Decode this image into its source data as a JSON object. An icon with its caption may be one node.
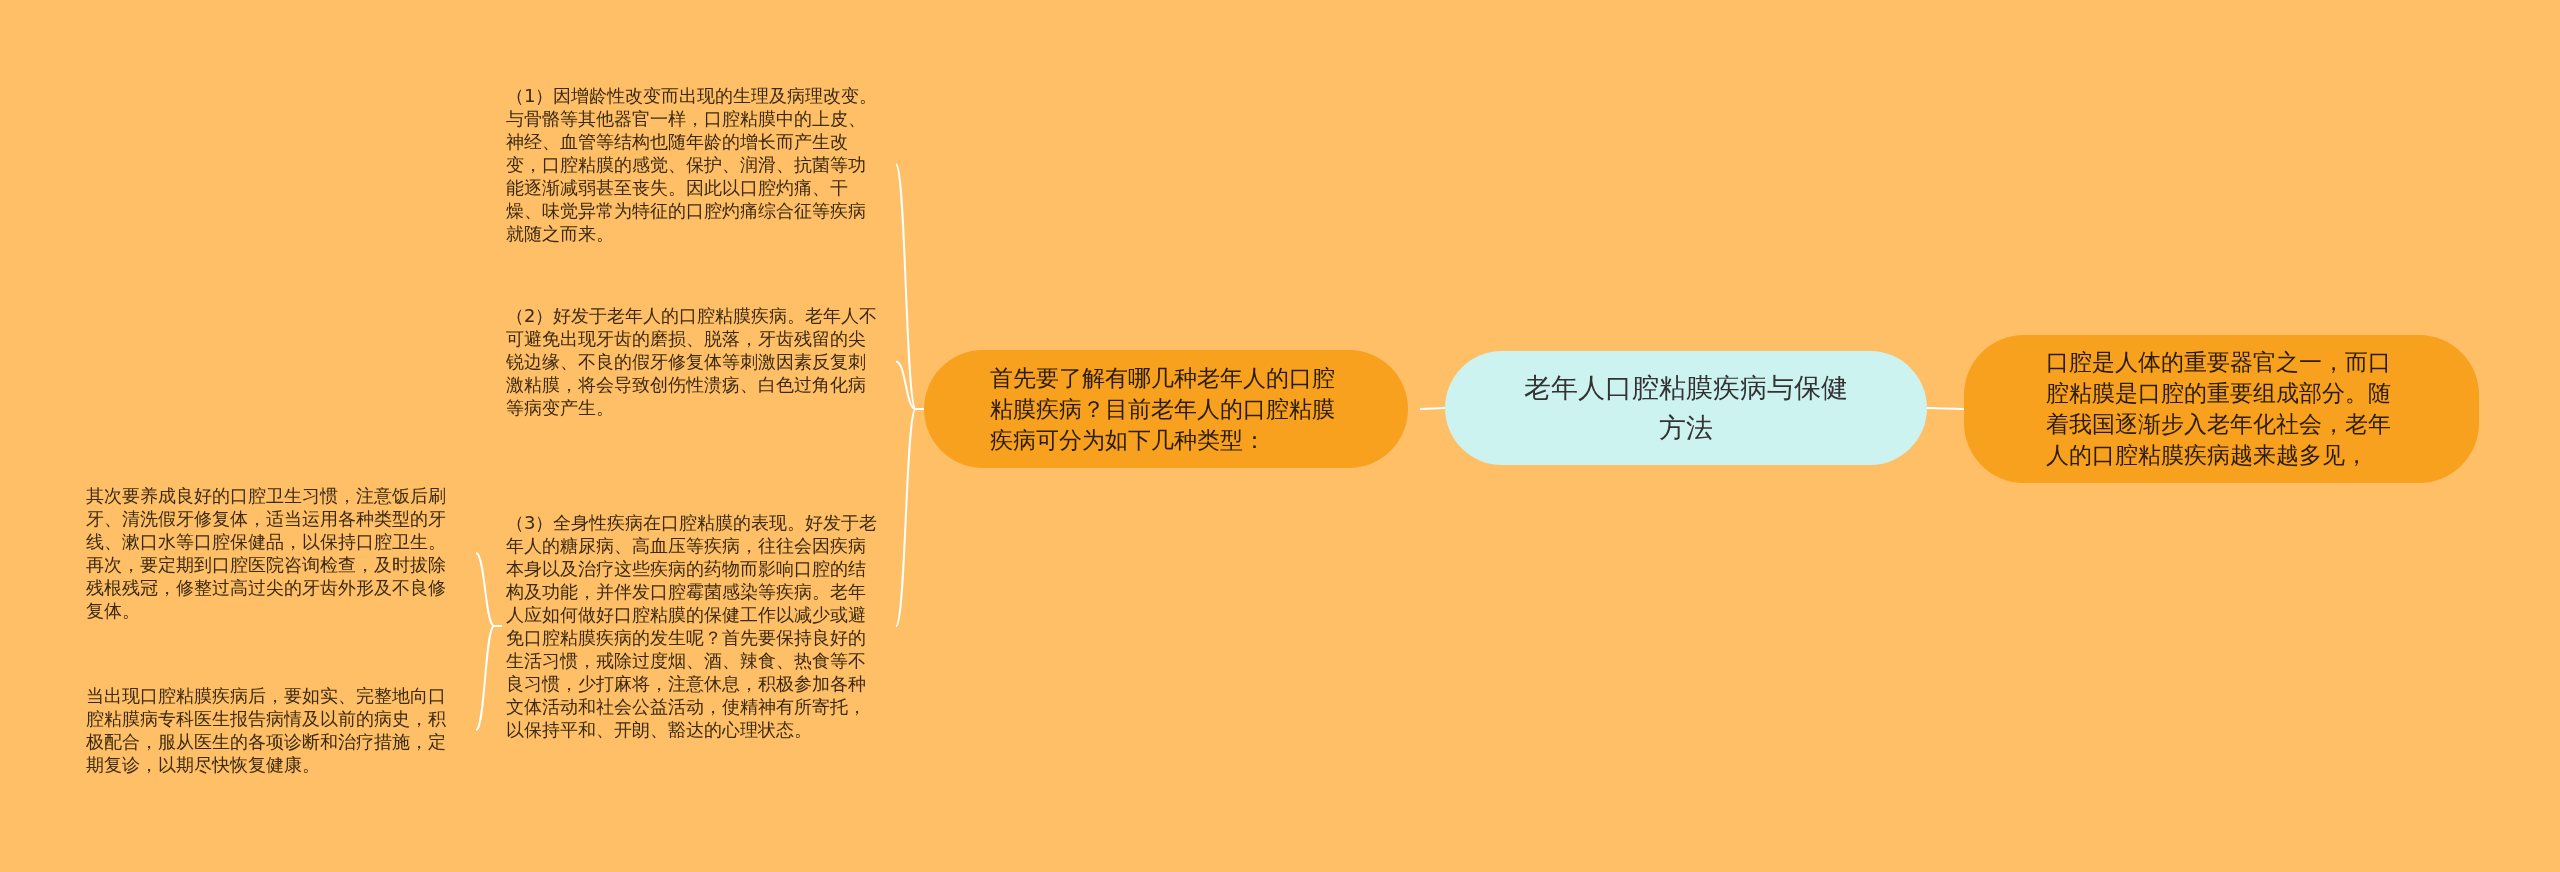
{
  "diagram": {
    "nodes": [
      {
        "text": [
          "老年人口腔粘膜疾病与保健方法"
        ]
      },
      {
        "text": [
          "首先要了解有哪几种老年人的口腔粘膜疾病？目前老年人的口腔粘膜疾病可分为如下几种类型："
        ]
      },
      {
        "text": [
          "（1）因增龄性改变而出现的生理及病理改变。与骨骼等其他器官一样，口腔粘膜中的上皮、神经、血管等结构也随年龄的增长而产生改变，口腔粘膜的感觉、保护、润滑、抗菌等功能逐渐减弱甚至丧失。因此以口腔灼痛、干燥、味觉异常为特征的口腔灼痛综合征等疾病就随之而来。"
        ]
      },
      {
        "text": [
          "（2）好发于老年人的口腔粘膜疾病。老年人不可避免出现牙齿的磨损、脱落，牙齿残留的尖锐边缘、不良的假牙修复体等刺激因素反复刺激粘膜，将会导致创伤性溃疡、白色过角化病等病变产生。"
        ]
      },
      {
        "text": [
          "（3）全身性疾病在口腔粘膜的表现。好发于老年人的糖尿病、高血压等疾病，往往会因疾病本身以及治疗这些疾病的药物而影响口腔的结构及功能，并伴发口腔霉菌感染等疾病。老年人应如何做好口腔粘膜的保健工作以减少或避免口腔粘膜疾病的发生呢？首先要保持良好的生活习惯，戒除过度烟、酒、辣食、热食等不良习惯，少打麻将，注意休息，积极参加各种文体活动和社会公益活动，使精神有所寄托，以保持平和、开朗、豁达的心理状态。"
        ]
      },
      {
        "text": [
          "其次要养成良好的口腔卫生习惯，注意饭后刷牙、清洗假牙修复体，适当运用各种类型的牙线、漱口水等口腔保健品，以保持口腔卫生。再次，要定期到口腔医院咨询检查，及时拔除残根残冠，修整过高过尖的牙齿外形及不良修复体。"
        ]
      },
      {
        "text": [
          "当出现口腔粘膜疾病后，要如实、完整地向口腔粘膜病专科医生报告病情及以前的病史，积极配合，服从医生的各项诊断和治疗措施，定期复诊，以期尽快恢复健康。"
        ]
      },
      {
        "text": [
          "口腔是人体的重要器官之一，而口腔粘膜是口腔的重要组成部分。随着我国逐渐步入老年化社会，老年人的口腔粘膜疾病越来越多见，"
        ]
      }
    ],
    "edges": [
      {
        "from": 0,
        "to": 1,
        "arrow": "none"
      },
      {
        "from": 1,
        "to": 2,
        "arrow": "none"
      },
      {
        "from": 1,
        "to": 3,
        "arrow": "none"
      },
      {
        "from": 1,
        "to": 4,
        "arrow": "none"
      },
      {
        "from": 4,
        "to": 5,
        "arrow": "none"
      },
      {
        "from": 4,
        "to": 6,
        "arrow": "none"
      },
      {
        "from": 0,
        "to": 7,
        "arrow": "none"
      }
    ]
  }
}
